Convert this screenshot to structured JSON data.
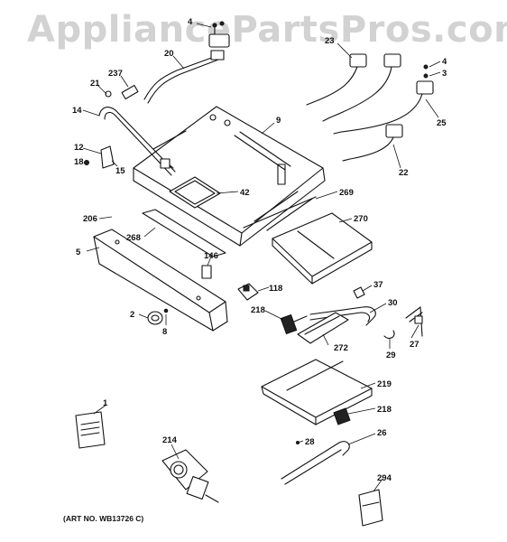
{
  "watermark": "AppliancePartsPros.com",
  "art_note": "(ART NO. WB13726 C)",
  "callouts": [
    {
      "id": "c4a",
      "label": "4"
    },
    {
      "id": "c20",
      "label": "20"
    },
    {
      "id": "c23",
      "label": "23"
    },
    {
      "id": "c4b",
      "label": "4"
    },
    {
      "id": "c3",
      "label": "3"
    },
    {
      "id": "c237",
      "label": "237"
    },
    {
      "id": "c21",
      "label": "21"
    },
    {
      "id": "c14",
      "label": "14"
    },
    {
      "id": "c9",
      "label": "9"
    },
    {
      "id": "c25",
      "label": "25"
    },
    {
      "id": "c12",
      "label": "12"
    },
    {
      "id": "c18",
      "label": "18"
    },
    {
      "id": "c15",
      "label": "15"
    },
    {
      "id": "c22",
      "label": "22"
    },
    {
      "id": "c42",
      "label": "42"
    },
    {
      "id": "c269",
      "label": "269"
    },
    {
      "id": "c206",
      "label": "206"
    },
    {
      "id": "c270",
      "label": "270"
    },
    {
      "id": "c268",
      "label": "268"
    },
    {
      "id": "c5",
      "label": "5"
    },
    {
      "id": "c146",
      "label": "146"
    },
    {
      "id": "c118",
      "label": "118"
    },
    {
      "id": "c37",
      "label": "37"
    },
    {
      "id": "c30",
      "label": "30"
    },
    {
      "id": "c218a",
      "label": "218"
    },
    {
      "id": "c2",
      "label": "2"
    },
    {
      "id": "c8",
      "label": "8"
    },
    {
      "id": "c272",
      "label": "272"
    },
    {
      "id": "c27",
      "label": "27"
    },
    {
      "id": "c29",
      "label": "29"
    },
    {
      "id": "c219",
      "label": "219"
    },
    {
      "id": "c1",
      "label": "1"
    },
    {
      "id": "c218b",
      "label": "218"
    },
    {
      "id": "c214",
      "label": "214"
    },
    {
      "id": "c26",
      "label": "26"
    },
    {
      "id": "c28",
      "label": "28"
    },
    {
      "id": "c294",
      "label": "294"
    }
  ]
}
